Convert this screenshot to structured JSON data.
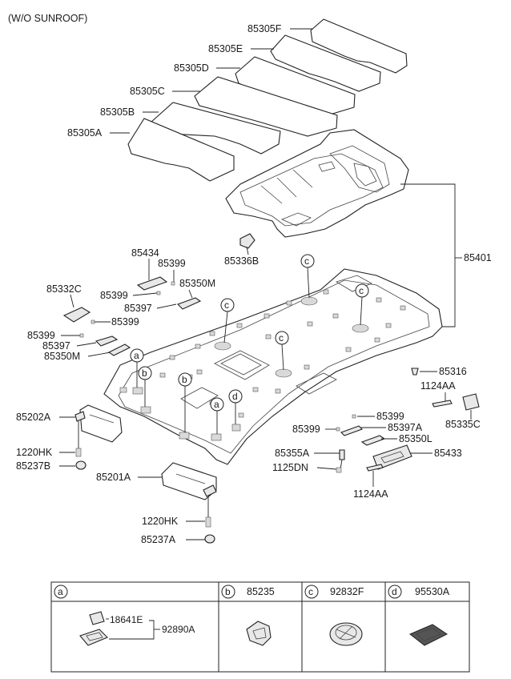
{
  "variant_note": "(W/O SUNROOF)",
  "parts": {
    "p85305F": "85305F",
    "p85305E": "85305E",
    "p85305D": "85305D",
    "p85305C": "85305C",
    "p85305B": "85305B",
    "p85305A": "85305A",
    "p85401": "85401",
    "p85434": "85434",
    "p85399_top": "85399",
    "p85336B": "85336B",
    "p85399_mid": "85399",
    "p85350M_top": "85350M",
    "p85332C": "85332C",
    "p85397_top": "85397",
    "p85399_left1": "85399",
    "p85399_left2": "85399",
    "p85397_left": "85397",
    "p85350M_left": "85350M",
    "p85316": "85316",
    "p1124AA_top": "1124AA",
    "p85335C": "85335C",
    "p85399_right1": "85399",
    "p85399_right2": "85399",
    "p85397A": "85397A",
    "p85350L": "85350L",
    "p85355A": "85355A",
    "p85433": "85433",
    "p1125DN": "1125DN",
    "p1124AA_bottom": "1124AA",
    "p85202A": "85202A",
    "p1220HK_left": "1220HK",
    "p85237B": "85237B",
    "p85201A": "85201A",
    "p1220HK_right": "1220HK",
    "p85237A": "85237A"
  },
  "callouts": {
    "a": "a",
    "b": "b",
    "c": "c",
    "d": "d"
  },
  "legend": {
    "a_key": "a",
    "b_key": "b",
    "b_part": "85235",
    "c_key": "c",
    "c_part": "92832F",
    "d_key": "d",
    "d_part": "95530A",
    "a_sub1": "18641E",
    "a_sub2": "92890A"
  }
}
